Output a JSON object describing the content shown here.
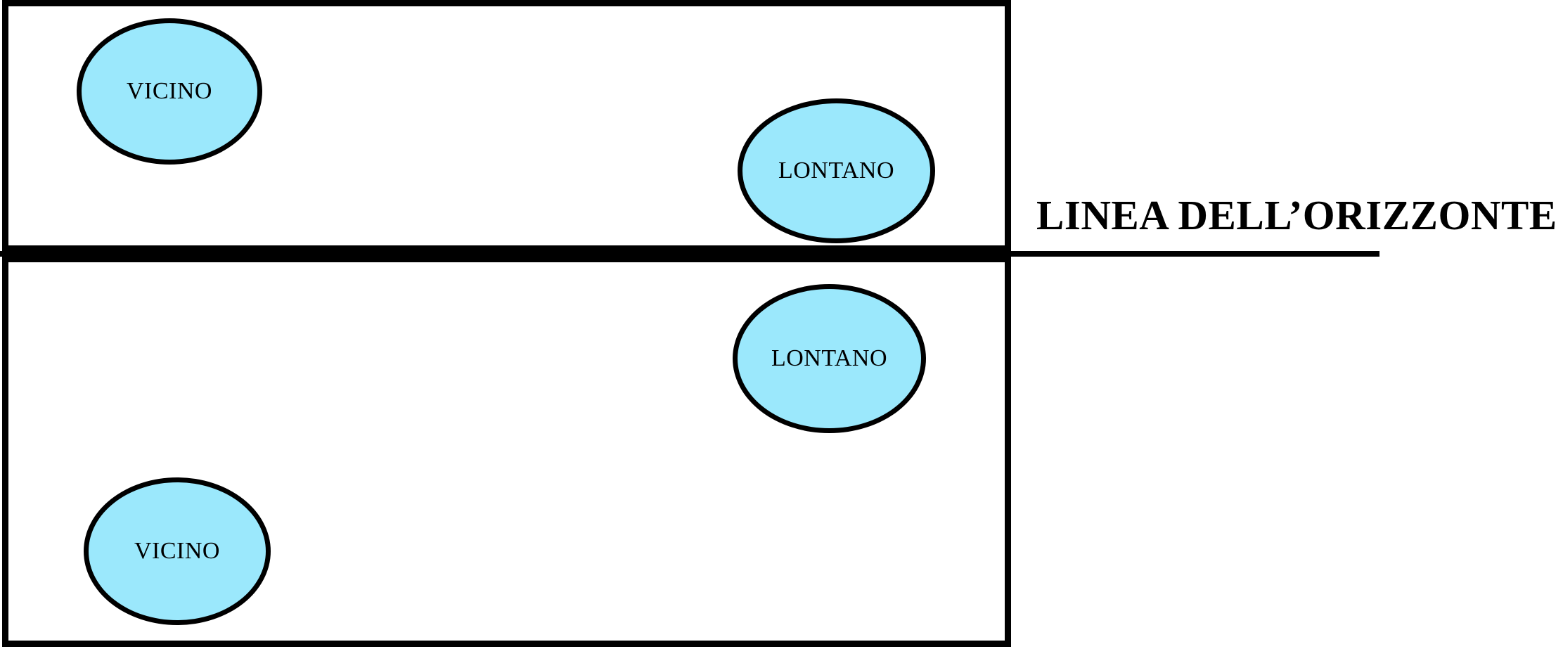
{
  "diagram": {
    "title": "Perspective horizon diagram",
    "colors": {
      "ellipse_fill": "#9BE8FC",
      "stroke": "#000000",
      "background": "#FFFFFF"
    },
    "horizon": {
      "label": "LINEA DELL’ORIZZONTE"
    },
    "panels": [
      {
        "name": "upper-panel",
        "shapes": [
          {
            "label": "VICINO"
          },
          {
            "label": "LONTANO"
          }
        ]
      },
      {
        "name": "lower-panel",
        "shapes": [
          {
            "label": "LONTANO"
          },
          {
            "label": "VICINO"
          }
        ]
      }
    ]
  }
}
